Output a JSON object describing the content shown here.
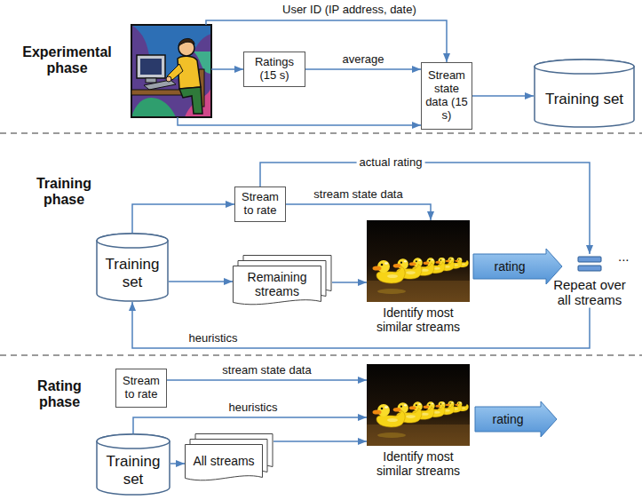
{
  "diagram": {
    "nodes": [
      {
        "text": [
          "Ratings (15 s)"
        ]
      },
      {
        "text": [
          "Stream state data (15 s)"
        ]
      },
      {
        "text": [
          "Training set"
        ]
      },
      {
        "text": [
          "Training set"
        ]
      },
      {
        "text": [
          "Stream to rate"
        ]
      },
      {
        "text": [
          "Remaining streams"
        ]
      },
      {
        "text": [
          "Identify most similar streams"
        ]
      },
      {
        "text": [
          "rating"
        ]
      },
      {
        "text": [
          "Repeat over all streams"
        ]
      },
      {
        "text": [
          "Stream to rate"
        ]
      },
      {
        "text": [
          "Training set"
        ]
      },
      {
        "text": [
          "All streams"
        ]
      },
      {
        "text": [
          "Identify most similar streams"
        ]
      },
      {
        "text": [
          "rating"
        ]
      }
    ],
    "edges": [
      {
        "from": 0,
        "to": 1,
        "label": "average",
        "arrow": "to"
      },
      {
        "from": 1,
        "to": 2,
        "arrow": "to"
      },
      {
        "from": 3,
        "to": 4,
        "arrow": "to"
      },
      {
        "from": 3,
        "to": 5,
        "arrow": "to"
      },
      {
        "from": 4,
        "to": 6,
        "label": "stream state data",
        "arrow": "to"
      },
      {
        "from": 5,
        "to": 6,
        "arrow": "to"
      },
      {
        "from": 4,
        "to": 8,
        "label": "actual rating",
        "arrow": "to"
      },
      {
        "from": 8,
        "to": 3,
        "label": "heuristics",
        "arrow": "to"
      },
      {
        "from": 9,
        "to": 12,
        "label": "stream state data",
        "arrow": "to"
      },
      {
        "from": 10,
        "to": 12,
        "label": "heuristics",
        "arrow": "to"
      },
      {
        "from": 10,
        "to": 11,
        "arrow": "to"
      },
      {
        "from": 11,
        "to": 12,
        "arrow": "to"
      }
    ],
    "labels": [
      "Experimental phase",
      "User ID (IP address, date)",
      "Training phase",
      "...",
      "Rating phase"
    ]
  }
}
